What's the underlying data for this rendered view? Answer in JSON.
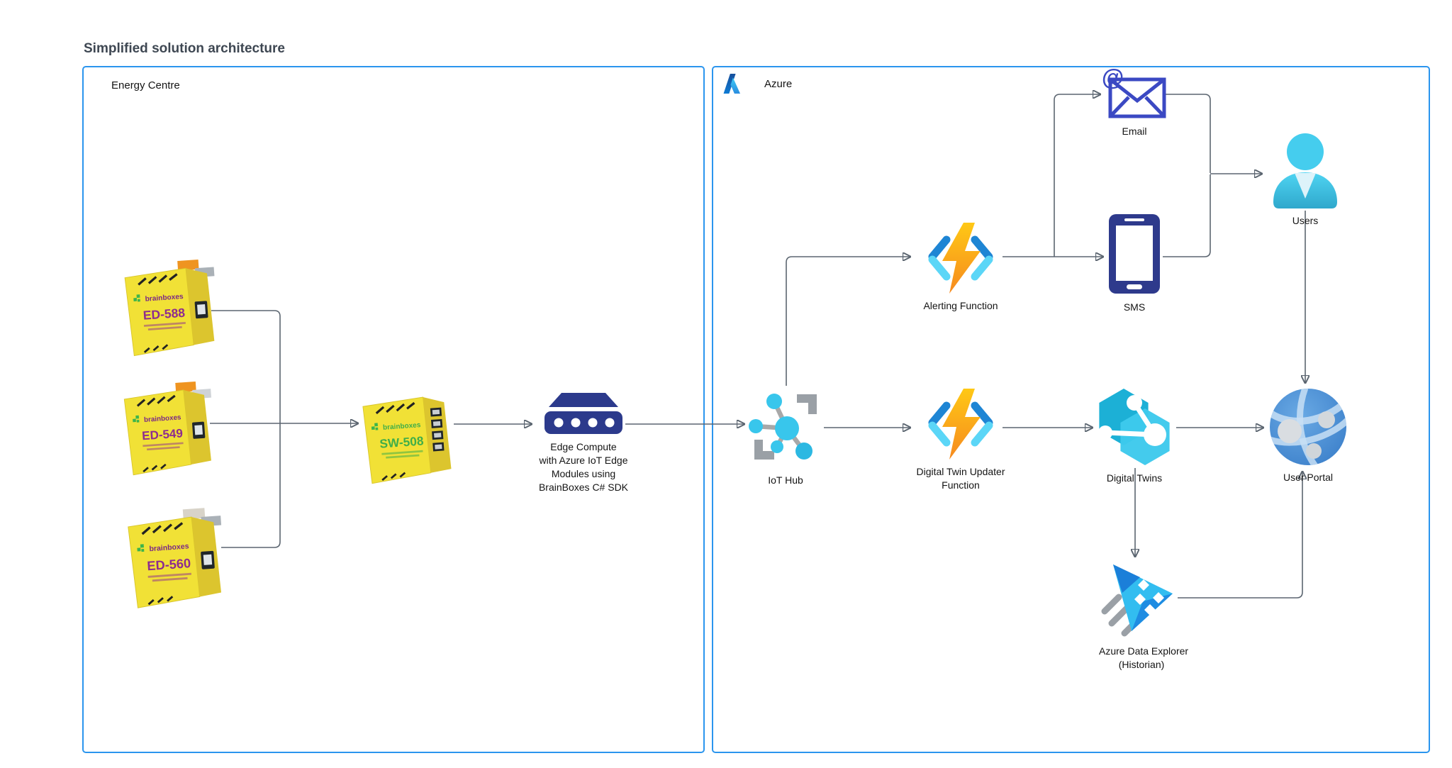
{
  "title": "Simplified solution architecture",
  "energy_centre": {
    "label": "Energy Centre",
    "devices": [
      {
        "brand": "brainboxes",
        "model": "ED-588"
      },
      {
        "brand": "brainboxes",
        "model": "ED-549"
      },
      {
        "brand": "brainboxes",
        "model": "ED-560"
      }
    ],
    "switch": {
      "brand": "brainboxes",
      "model": "SW-508"
    },
    "edge_compute": {
      "lines": [
        "Edge Compute",
        "with Azure IoT Edge",
        "Modules using",
        "BrainBoxes C# SDK"
      ]
    }
  },
  "azure": {
    "label": "Azure",
    "iot_hub": {
      "label": "IoT Hub"
    },
    "alerting_function": {
      "label": "Alerting Function"
    },
    "email": {
      "label": "Email",
      "at_symbol": "@"
    },
    "sms": {
      "label": "SMS"
    },
    "users": {
      "label": "Users"
    },
    "digital_twin_updater": {
      "lines": [
        "Digital Twin Updater",
        "Function"
      ]
    },
    "digital_twins": {
      "label": "Digital Twins"
    },
    "user_portal": {
      "label": "User Portal"
    },
    "azure_data_explorer": {
      "lines": [
        "Azure Data Explorer",
        "(Historian)"
      ]
    }
  },
  "colors": {
    "container_border": "#2b95ee",
    "connector": "#5b6570",
    "brainboxes_yellow": "#f1e136",
    "brainboxes_purple": "#8d2b90",
    "switch_green": "#3fae49",
    "azure_navy": "#2c3a8c",
    "azure_cyan": "#38c6ec",
    "functions_orange": "#f79a1f",
    "email_indigo": "#3b49c3"
  }
}
